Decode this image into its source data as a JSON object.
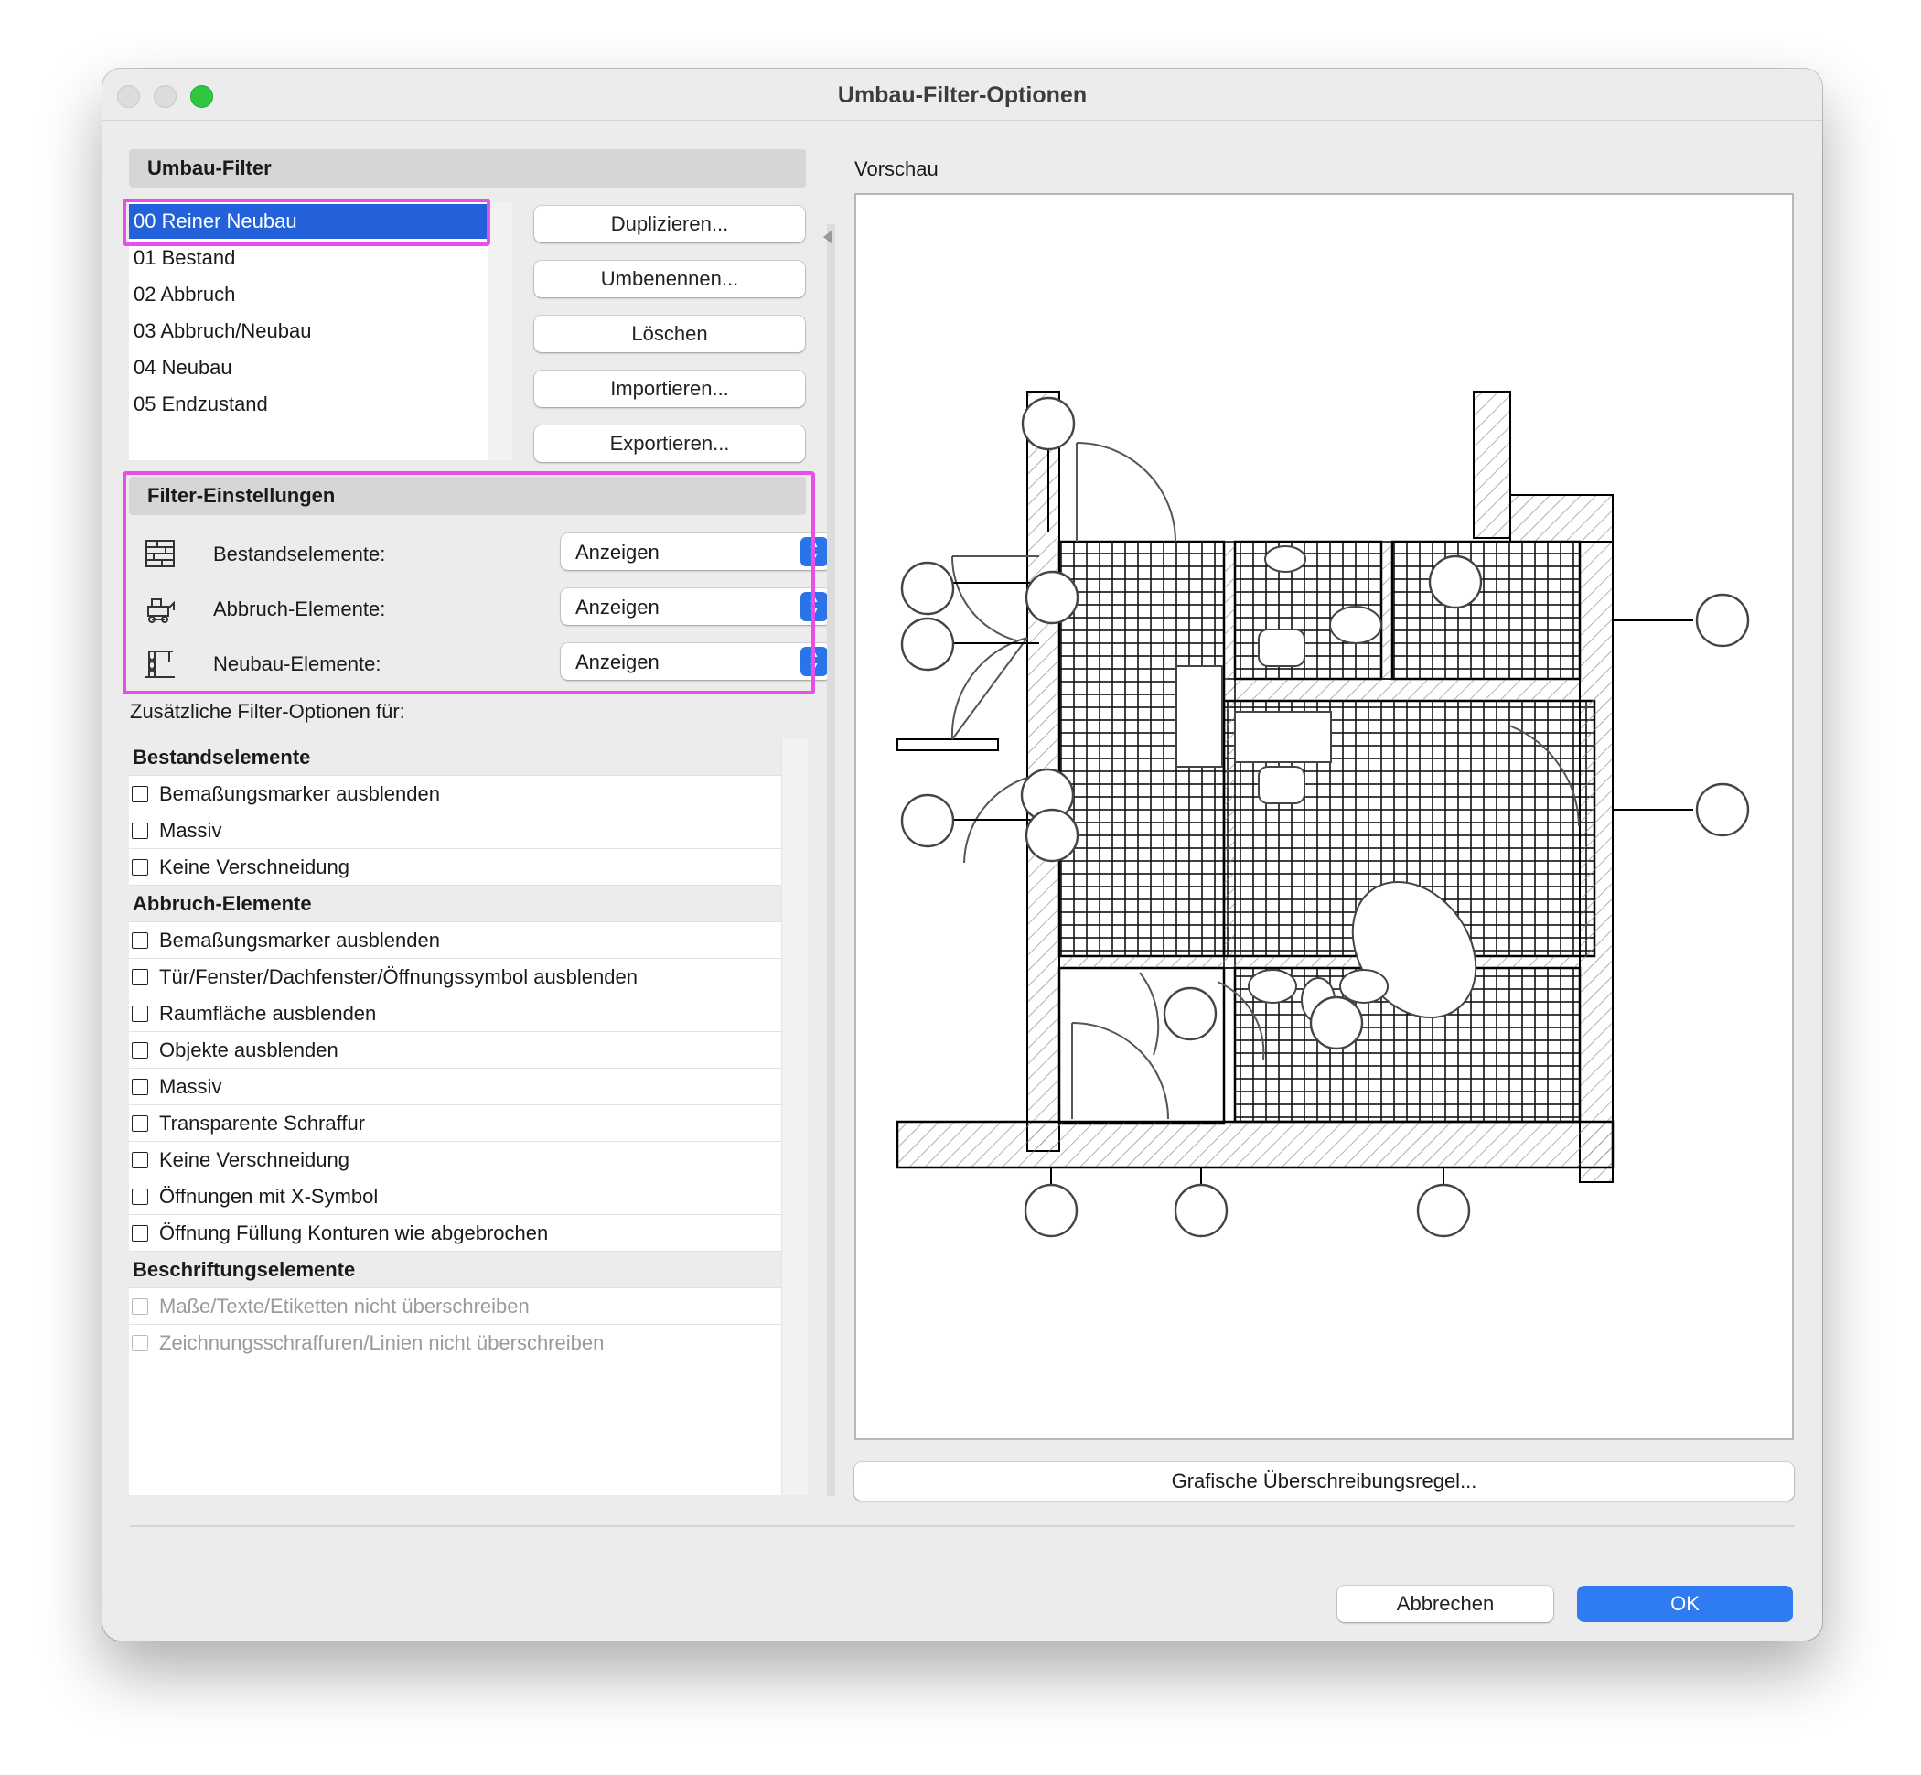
{
  "window": {
    "title": "Umbau-Filter-Optionen"
  },
  "umbau_filter": {
    "header": "Umbau-Filter",
    "items": [
      "00 Reiner Neubau",
      "01 Bestand",
      "02 Abbruch",
      "03 Abbruch/Neubau",
      "04 Neubau",
      "05 Endzustand"
    ],
    "selected": "00 Reiner Neubau",
    "buttons": {
      "duplicate": "Duplizieren...",
      "rename": "Umbenennen...",
      "delete": "Löschen",
      "import": "Importieren...",
      "export": "Exportieren..."
    }
  },
  "filter_settings": {
    "header": "Filter-Einstellungen",
    "rows": [
      {
        "label": "Bestandselemente:",
        "value": "Anzeigen",
        "icon": "brick-wall-icon"
      },
      {
        "label": "Abbruch-Elemente:",
        "value": "Anzeigen",
        "icon": "demolition-excavator-icon"
      },
      {
        "label": "Neubau-Elemente:",
        "value": "Anzeigen",
        "icon": "new-construction-crane-icon"
      }
    ]
  },
  "additional": {
    "title": "Zusätzliche Filter-Optionen für:",
    "groups": [
      {
        "label": "Bestandselemente",
        "items": [
          "Bemaßungsmarker ausblenden",
          "Massiv",
          "Keine Verschneidung"
        ]
      },
      {
        "label": "Abbruch-Elemente",
        "items": [
          "Bemaßungsmarker ausblenden",
          "Tür/Fenster/Dachfenster/Öffnungssymbol ausblenden",
          "Raumfläche ausblenden",
          "Objekte ausblenden",
          "Massiv",
          "Transparente Schraffur",
          "Keine Verschneidung",
          "Öffnungen mit X-Symbol",
          "Öffnung Füllung Konturen wie abgebrochen"
        ]
      },
      {
        "label": "Beschriftungselemente",
        "items": [
          "Maße/Texte/Etiketten nicht überschreiben",
          "Zeichnungsschraffuren/Linien nicht überschreiben"
        ]
      }
    ]
  },
  "preview": {
    "label": "Vorschau",
    "override_button": "Grafische Überschreibungsregel..."
  },
  "footer": {
    "cancel": "Abbrechen",
    "ok": "OK"
  },
  "colors": {
    "selection": "#2261d9",
    "highlight": "#e84ee8",
    "primary_button": "#2f7bf2",
    "traffic_green": "#2fc640"
  }
}
